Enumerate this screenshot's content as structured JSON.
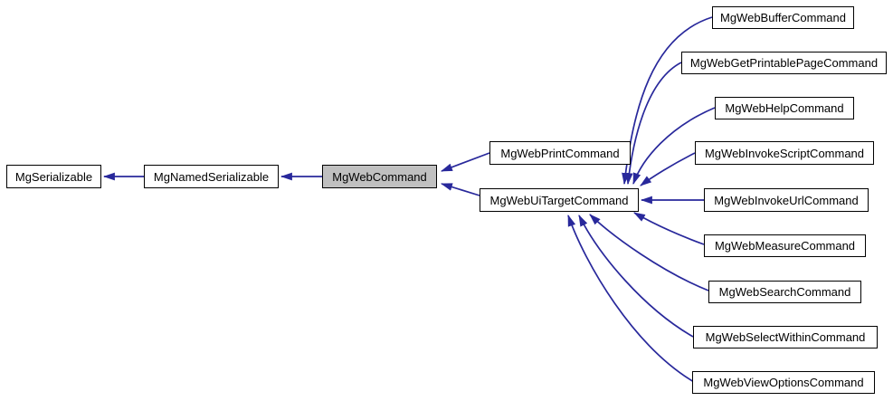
{
  "diagram": {
    "type": "class-inheritance-graph",
    "colors": {
      "arrow": "#28289b",
      "node_border": "#000000",
      "node_fill": "#ffffff",
      "highlight_fill": "#c0c0c0",
      "background": "#ffffff",
      "text": "#000000"
    },
    "nodes": [
      {
        "id": "MgSerializable",
        "label": "MgSerializable",
        "highlighted": false
      },
      {
        "id": "MgNamedSerializable",
        "label": "MgNamedSerializable",
        "highlighted": false
      },
      {
        "id": "MgWebCommand",
        "label": "MgWebCommand",
        "highlighted": true
      },
      {
        "id": "MgWebPrintCommand",
        "label": "MgWebPrintCommand",
        "highlighted": false
      },
      {
        "id": "MgWebUiTargetCommand",
        "label": "MgWebUiTargetCommand",
        "highlighted": false
      },
      {
        "id": "MgWebBufferCommand",
        "label": "MgWebBufferCommand",
        "highlighted": false
      },
      {
        "id": "MgWebGetPrintablePageCommand",
        "label": "MgWebGetPrintablePageCommand",
        "highlighted": false
      },
      {
        "id": "MgWebHelpCommand",
        "label": "MgWebHelpCommand",
        "highlighted": false
      },
      {
        "id": "MgWebInvokeScriptCommand",
        "label": "MgWebInvokeScriptCommand",
        "highlighted": false
      },
      {
        "id": "MgWebInvokeUrlCommand",
        "label": "MgWebInvokeUrlCommand",
        "highlighted": false
      },
      {
        "id": "MgWebMeasureCommand",
        "label": "MgWebMeasureCommand",
        "highlighted": false
      },
      {
        "id": "MgWebSearchCommand",
        "label": "MgWebSearchCommand",
        "highlighted": false
      },
      {
        "id": "MgWebSelectWithinCommand",
        "label": "MgWebSelectWithinCommand",
        "highlighted": false
      },
      {
        "id": "MgWebViewOptionsCommand",
        "label": "MgWebViewOptionsCommand",
        "highlighted": false
      }
    ],
    "edges": [
      {
        "from": "MgNamedSerializable",
        "to": "MgSerializable",
        "relation": "inherits"
      },
      {
        "from": "MgWebCommand",
        "to": "MgNamedSerializable",
        "relation": "inherits"
      },
      {
        "from": "MgWebPrintCommand",
        "to": "MgWebCommand",
        "relation": "inherits"
      },
      {
        "from": "MgWebUiTargetCommand",
        "to": "MgWebCommand",
        "relation": "inherits"
      },
      {
        "from": "MgWebBufferCommand",
        "to": "MgWebUiTargetCommand",
        "relation": "inherits"
      },
      {
        "from": "MgWebGetPrintablePageCommand",
        "to": "MgWebUiTargetCommand",
        "relation": "inherits"
      },
      {
        "from": "MgWebHelpCommand",
        "to": "MgWebUiTargetCommand",
        "relation": "inherits"
      },
      {
        "from": "MgWebInvokeScriptCommand",
        "to": "MgWebUiTargetCommand",
        "relation": "inherits"
      },
      {
        "from": "MgWebInvokeUrlCommand",
        "to": "MgWebUiTargetCommand",
        "relation": "inherits"
      },
      {
        "from": "MgWebMeasureCommand",
        "to": "MgWebUiTargetCommand",
        "relation": "inherits"
      },
      {
        "from": "MgWebSearchCommand",
        "to": "MgWebUiTargetCommand",
        "relation": "inherits"
      },
      {
        "from": "MgWebSelectWithinCommand",
        "to": "MgWebUiTargetCommand",
        "relation": "inherits"
      },
      {
        "from": "MgWebViewOptionsCommand",
        "to": "MgWebUiTargetCommand",
        "relation": "inherits"
      }
    ]
  }
}
